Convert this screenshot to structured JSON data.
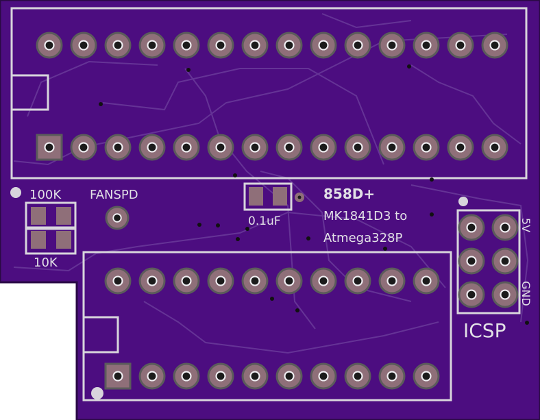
{
  "colors": {
    "board": "#4c0d80",
    "board_edge": "#2a0a45",
    "trace": "#6a3a9a",
    "silk": "#d8d5dc",
    "pad_copper": "#8f6f79",
    "pad_ring": "#5b5b5b",
    "drill": "#1b1b1b"
  },
  "labels": {
    "r_top": "100K",
    "r_bottom": "10K",
    "fan": "FANSPD",
    "cap": "0.1uF",
    "title": "858D+",
    "subtitle1": "MK1841D3 to",
    "subtitle2": "Atmega328P",
    "icsp": "ICSP",
    "five_v": "5V",
    "gnd": "GND"
  },
  "headers": {
    "top_row_pins": 14,
    "bottom_row_pins": 14,
    "socket_top_pins": 10,
    "socket_bottom_pins": 10,
    "icsp_pins": 6,
    "square_pad_present": true
  }
}
